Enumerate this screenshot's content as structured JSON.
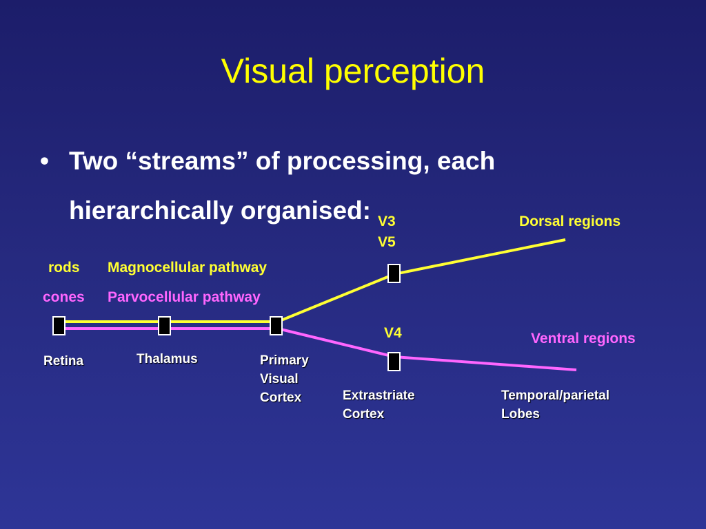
{
  "slide": {
    "title": "Visual perception",
    "bullet_symbol": "•",
    "bullet_text": "Two “streams” of processing, each hierarchically organised:"
  },
  "diagram": {
    "streams": {
      "dorsal": {
        "area_label_line1": "V3",
        "area_label_line2": "V5",
        "region_label": "Dorsal regions",
        "color": "#ffff33"
      },
      "ventral": {
        "area_label": "V4",
        "region_label": "Ventral regions",
        "color": "#ff66ff"
      }
    },
    "receptors": {
      "magno": "rods",
      "parvo": "cones"
    },
    "pathways": {
      "magno": "Magnocellular pathway",
      "parvo": "Parvocellular pathway"
    },
    "stages": {
      "retina": "Retina",
      "thalamus": "Thalamus",
      "primary_visual_cortex": [
        "Primary",
        "Visual",
        "Cortex"
      ],
      "extrastriate_cortex": [
        "Extrastriate",
        "Cortex"
      ],
      "temporal_parietal_lobes": [
        "Temporal/parietal",
        "Lobes"
      ]
    }
  }
}
